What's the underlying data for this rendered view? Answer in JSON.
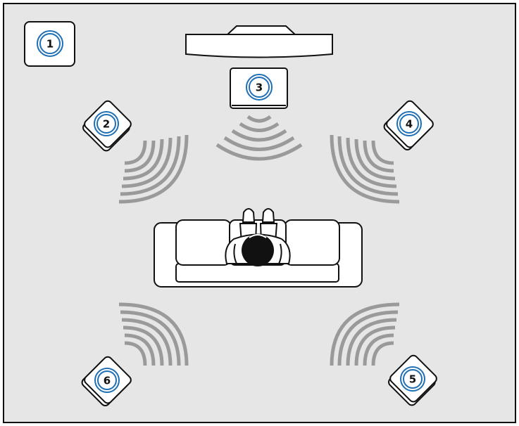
{
  "colors": {
    "room_fill": "#e6e6e6",
    "outline": "#111111",
    "accent_ring": "#1f6fb5",
    "wave": "#9a9a9a",
    "white": "#ffffff",
    "head": "#111111"
  },
  "badges": {
    "receiver": "1",
    "front_left": "2",
    "center": "3",
    "front_right": "4",
    "surround_right": "5",
    "surround_left": "6"
  },
  "icons": {
    "receiver": "receiver-icon",
    "television": "tv-icon",
    "speaker": "speaker-icon",
    "sound_waves": "sound-wave-icon",
    "sofa": "sofa-icon",
    "listener": "listener-icon"
  }
}
